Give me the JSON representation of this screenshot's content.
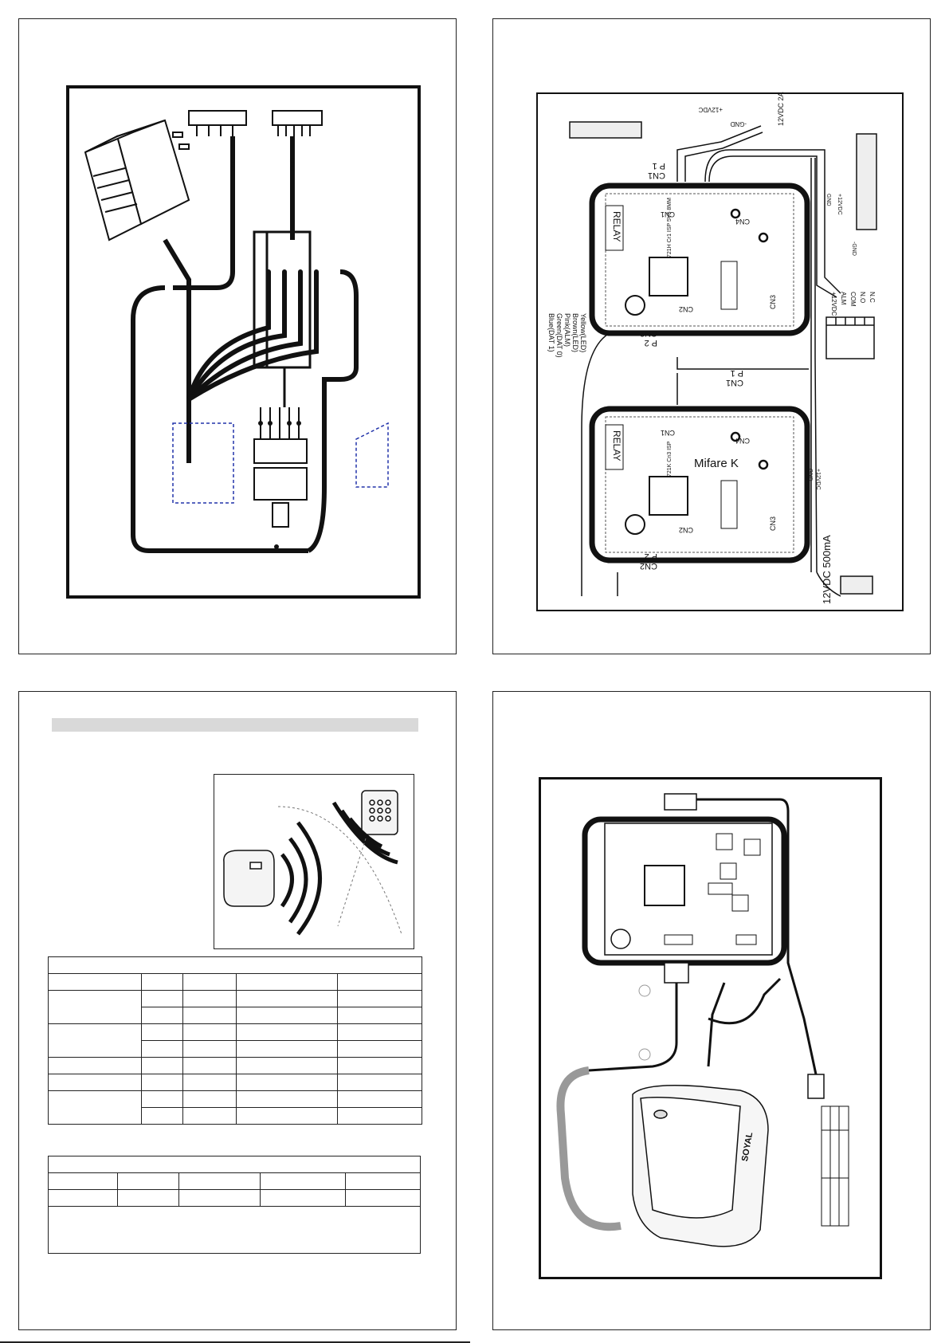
{
  "page": {
    "title": ""
  },
  "panel_tr": {
    "labels": {
      "cn1_top": "CN1",
      "p1_top": "P 1",
      "cn1_board1": "CN1",
      "relay1": "RELAY",
      "cn4_1": "CN4",
      "chip1": "721H Cr1 ISP 5V5 8MM",
      "cn2_1": "CN2",
      "cn3_1": "CN3",
      "p2_top": "P 2",
      "cn2_top": "CN2",
      "cn1_b2_label": "CN1",
      "p1_b2": "P 1",
      "relay2": "RELAY",
      "cn1_board2": "CN1",
      "cn4_2": "CN4",
      "mifare": "Mifare K",
      "chip2": "721K Cn3 ISP",
      "cn2_2": "CN2",
      "cn3_2": "CN3",
      "cn2_bottom": "CN2",
      "p2_bottom": "P 2",
      "psu_label": "12VDC  500mA",
      "psu2_label": "12VDC  2A",
      "plus12_top": "+12VDC",
      "gnd_top": "-GND",
      "gnd_right": "GND",
      "plus12_right": "+12VDC",
      "gnd_mid": "-GND",
      "gnd_lower": "GND",
      "plus12_lower": "+12VDC"
    },
    "wire_legend": [
      "Yellow(LED)",
      "Brown(LED)",
      "Pink(ALM)",
      "Green(DAT 0)",
      "Blue(DAT 1)"
    ],
    "terminals": [
      "+12VDC",
      "ALM",
      "COM",
      "N.O",
      "N.C"
    ]
  },
  "panel_bl": {
    "header_bar": "",
    "table1": {
      "rows": [
        [
          "",
          "",
          "",
          "",
          ""
        ],
        [
          "",
          "",
          "",
          "",
          ""
        ],
        [
          "",
          "",
          "",
          "",
          ""
        ],
        [
          "",
          "",
          "",
          "",
          ""
        ],
        [
          "",
          "",
          "",
          "",
          ""
        ],
        [
          "",
          "",
          "",
          "",
          ""
        ],
        [
          "",
          "",
          "",
          "",
          ""
        ],
        [
          "",
          "",
          "",
          "",
          ""
        ],
        [
          "",
          "",
          "",
          "",
          ""
        ]
      ]
    },
    "table2": {
      "rows": [
        [
          "",
          "",
          "",
          "",
          ""
        ],
        [
          "",
          "",
          "",
          "",
          ""
        ],
        [
          "",
          "",
          "",
          "",
          ""
        ]
      ]
    }
  },
  "panel_br": {
    "brand": "SOYAL"
  }
}
